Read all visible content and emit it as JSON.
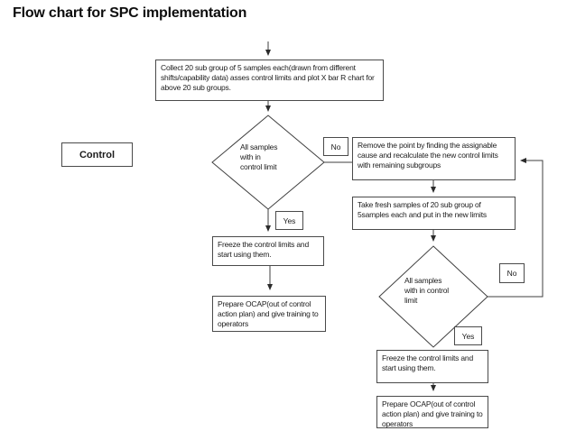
{
  "page": {
    "title": "Flow chart for SPC implementation"
  },
  "colors": {
    "line": "#3f3f3f",
    "box_border": "#4a4a4a",
    "text": "#1c1c1c",
    "background": "#ffffff"
  },
  "flowchart": {
    "control_label": "Control",
    "nodes": {
      "collect": "Collect  20 sub group of 5 samples each(drawn from different shifts/capability data) asses control limits and plot X bar R chart for above 20 sub groups.",
      "decision1": {
        "lines": [
          "All samples",
          "with in",
          "control limit"
        ]
      },
      "remove_point": "Remove the point by finding the assignable cause and recalculate the new control limits with remaining subgroups",
      "take_fresh": "Take fresh samples of 20 sub group of 5samples each and put in the new limits",
      "decision2": {
        "lines": [
          "All samples",
          "with in control",
          "limit"
        ]
      },
      "freeze1": "Freeze the control limits and start using them.",
      "prepare_ocap1": "Prepare OCAP(out of control action plan) and give training to operators",
      "freeze2": "Freeze the control limits and start using them.",
      "prepare_ocap2": "Prepare OCAP(out of control action plan) and give training to operators"
    },
    "labels": {
      "no1": "No",
      "yes1": "Yes",
      "no2": "No",
      "yes2": "Yes"
    }
  }
}
